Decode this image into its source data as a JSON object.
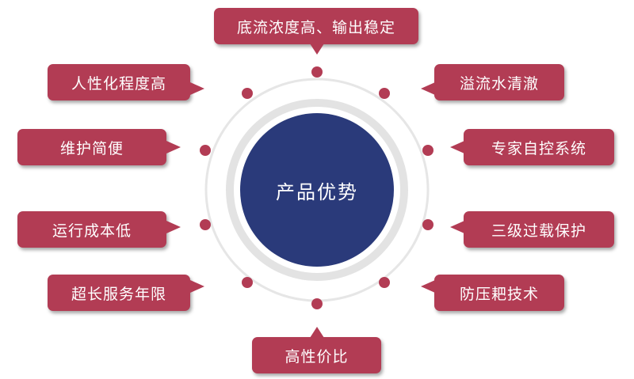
{
  "center": {
    "label": "产品优势"
  },
  "colors": {
    "callout": "#b23c54",
    "dot": "#b23c54",
    "center": "#2a3a7a",
    "ring": "#e0e0e0"
  },
  "features": [
    {
      "id": "top",
      "label": "底流浓度高、输出稳定"
    },
    {
      "id": "upper-right",
      "label": "溢流水清澈"
    },
    {
      "id": "right-1",
      "label": "专家自控系统"
    },
    {
      "id": "right-2",
      "label": "三级过载保护"
    },
    {
      "id": "lower-right",
      "label": "防压耙技术"
    },
    {
      "id": "bottom",
      "label": "高性价比"
    },
    {
      "id": "lower-left",
      "label": "超长服务年限"
    },
    {
      "id": "left-2",
      "label": "运行成本低"
    },
    {
      "id": "left-1",
      "label": "维护简便"
    },
    {
      "id": "upper-left",
      "label": "人性化程度高"
    }
  ]
}
